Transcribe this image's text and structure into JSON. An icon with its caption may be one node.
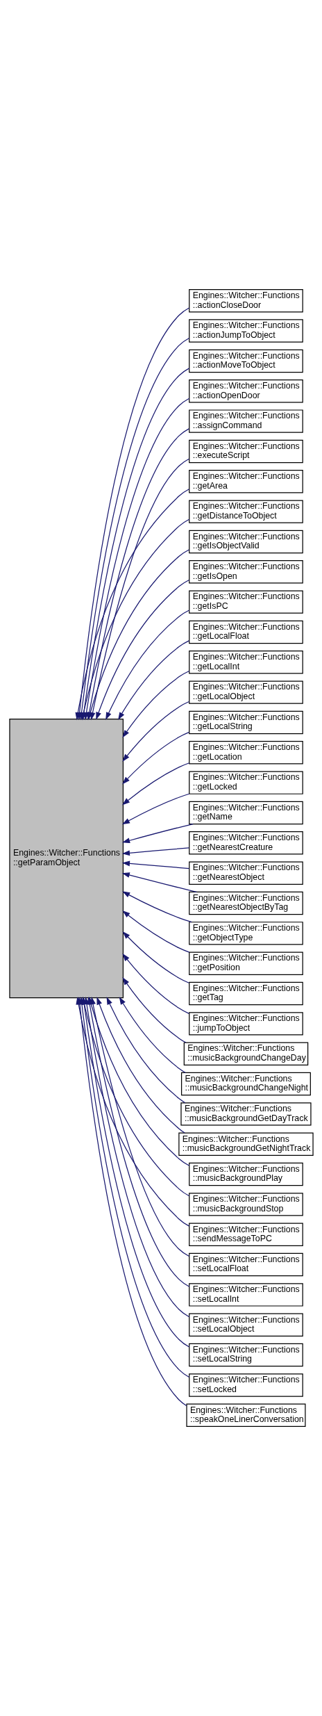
{
  "diagram": {
    "nodes": [
      {
        "text": [
          "Engines::Witcher::Functions ::getParamObject"
        ]
      },
      {
        "text": [
          "Engines::Witcher::Functions ::actionCloseDoor"
        ]
      },
      {
        "text": [
          "Engines::Witcher::Functions ::actionJumpToObject"
        ]
      },
      {
        "text": [
          "Engines::Witcher::Functions ::actionMoveToObject"
        ]
      },
      {
        "text": [
          "Engines::Witcher::Functions ::actionOpenDoor"
        ]
      },
      {
        "text": [
          "Engines::Witcher::Functions ::assignCommand"
        ]
      },
      {
        "text": [
          "Engines::Witcher::Functions ::executeScript"
        ]
      },
      {
        "text": [
          "Engines::Witcher::Functions ::getArea"
        ]
      },
      {
        "text": [
          "Engines::Witcher::Functions ::getDistanceToObject"
        ]
      },
      {
        "text": [
          "Engines::Witcher::Functions ::getIsObjectValid"
        ]
      },
      {
        "text": [
          "Engines::Witcher::Functions ::getIsOpen"
        ]
      },
      {
        "text": [
          "Engines::Witcher::Functions ::getIsPC"
        ]
      },
      {
        "text": [
          "Engines::Witcher::Functions ::getLocalFloat"
        ]
      },
      {
        "text": [
          "Engines::Witcher::Functions ::getLocalInt"
        ]
      },
      {
        "text": [
          "Engines::Witcher::Functions ::getLocalObject"
        ]
      },
      {
        "text": [
          "Engines::Witcher::Functions ::getLocalString"
        ]
      },
      {
        "text": [
          "Engines::Witcher::Functions ::getLocation"
        ]
      },
      {
        "text": [
          "Engines::Witcher::Functions ::getLocked"
        ]
      },
      {
        "text": [
          "Engines::Witcher::Functions ::getName"
        ]
      },
      {
        "text": [
          "Engines::Witcher::Functions ::getNearestCreature"
        ]
      },
      {
        "text": [
          "Engines::Witcher::Functions ::getNearestObject"
        ]
      },
      {
        "text": [
          "Engines::Witcher::Functions ::getNearestObjectByTag"
        ]
      },
      {
        "text": [
          "Engines::Witcher::Functions ::getObjectType"
        ]
      },
      {
        "text": [
          "Engines::Witcher::Functions ::getPosition"
        ]
      },
      {
        "text": [
          "Engines::Witcher::Functions ::getTag"
        ]
      },
      {
        "text": [
          "Engines::Witcher::Functions ::jumpToObject"
        ]
      },
      {
        "text": [
          "Engines::Witcher::Functions ::musicBackgroundChangeDay"
        ]
      },
      {
        "text": [
          "Engines::Witcher::Functions ::musicBackgroundChangeNight"
        ]
      },
      {
        "text": [
          "Engines::Witcher::Functions ::musicBackgroundGetDayTrack"
        ]
      },
      {
        "text": [
          "Engines::Witcher::Functions ::musicBackgroundGetNightTrack"
        ]
      },
      {
        "text": [
          "Engines::Witcher::Functions ::musicBackgroundPlay"
        ]
      },
      {
        "text": [
          "Engines::Witcher::Functions ::musicBackgroundStop"
        ]
      },
      {
        "text": [
          "Engines::Witcher::Functions ::sendMessageToPC"
        ]
      },
      {
        "text": [
          "Engines::Witcher::Functions ::setLocalFloat"
        ]
      },
      {
        "text": [
          "Engines::Witcher::Functions ::setLocalInt"
        ]
      },
      {
        "text": [
          "Engines::Witcher::Functions ::setLocalObject"
        ]
      },
      {
        "text": [
          "Engines::Witcher::Functions ::setLocalString"
        ]
      },
      {
        "text": [
          "Engines::Witcher::Functions ::setLocked"
        ]
      },
      {
        "text": [
          "Engines::Witcher::Functions ::speakOneLinerConversation"
        ]
      }
    ],
    "edges": [
      {
        "from": 1,
        "to": 0,
        "arrow": "to"
      },
      {
        "from": 2,
        "to": 0,
        "arrow": "to"
      },
      {
        "from": 3,
        "to": 0,
        "arrow": "to"
      },
      {
        "from": 4,
        "to": 0,
        "arrow": "to"
      },
      {
        "from": 5,
        "to": 0,
        "arrow": "to"
      },
      {
        "from": 6,
        "to": 0,
        "arrow": "to"
      },
      {
        "from": 7,
        "to": 0,
        "arrow": "to"
      },
      {
        "from": 8,
        "to": 0,
        "arrow": "to"
      },
      {
        "from": 9,
        "to": 0,
        "arrow": "to"
      },
      {
        "from": 10,
        "to": 0,
        "arrow": "to"
      },
      {
        "from": 11,
        "to": 0,
        "arrow": "to"
      },
      {
        "from": 12,
        "to": 0,
        "arrow": "to"
      },
      {
        "from": 13,
        "to": 0,
        "arrow": "to"
      },
      {
        "from": 14,
        "to": 0,
        "arrow": "to"
      },
      {
        "from": 15,
        "to": 0,
        "arrow": "to"
      },
      {
        "from": 16,
        "to": 0,
        "arrow": "to"
      },
      {
        "from": 17,
        "to": 0,
        "arrow": "to"
      },
      {
        "from": 18,
        "to": 0,
        "arrow": "to"
      },
      {
        "from": 19,
        "to": 0,
        "arrow": "to"
      },
      {
        "from": 20,
        "to": 0,
        "arrow": "to"
      },
      {
        "from": 21,
        "to": 0,
        "arrow": "to"
      },
      {
        "from": 22,
        "to": 0,
        "arrow": "to"
      },
      {
        "from": 23,
        "to": 0,
        "arrow": "to"
      },
      {
        "from": 24,
        "to": 0,
        "arrow": "to"
      },
      {
        "from": 25,
        "to": 0,
        "arrow": "to"
      },
      {
        "from": 26,
        "to": 0,
        "arrow": "to"
      },
      {
        "from": 27,
        "to": 0,
        "arrow": "to"
      },
      {
        "from": 28,
        "to": 0,
        "arrow": "to"
      },
      {
        "from": 29,
        "to": 0,
        "arrow": "to"
      },
      {
        "from": 30,
        "to": 0,
        "arrow": "to"
      },
      {
        "from": 31,
        "to": 0,
        "arrow": "to"
      },
      {
        "from": 32,
        "to": 0,
        "arrow": "to"
      },
      {
        "from": 33,
        "to": 0,
        "arrow": "to"
      },
      {
        "from": 34,
        "to": 0,
        "arrow": "to"
      },
      {
        "from": 35,
        "to": 0,
        "arrow": "to"
      },
      {
        "from": 36,
        "to": 0,
        "arrow": "to"
      },
      {
        "from": 37,
        "to": 0,
        "arrow": "to"
      },
      {
        "from": 38,
        "to": 0,
        "arrow": "to"
      }
    ]
  }
}
